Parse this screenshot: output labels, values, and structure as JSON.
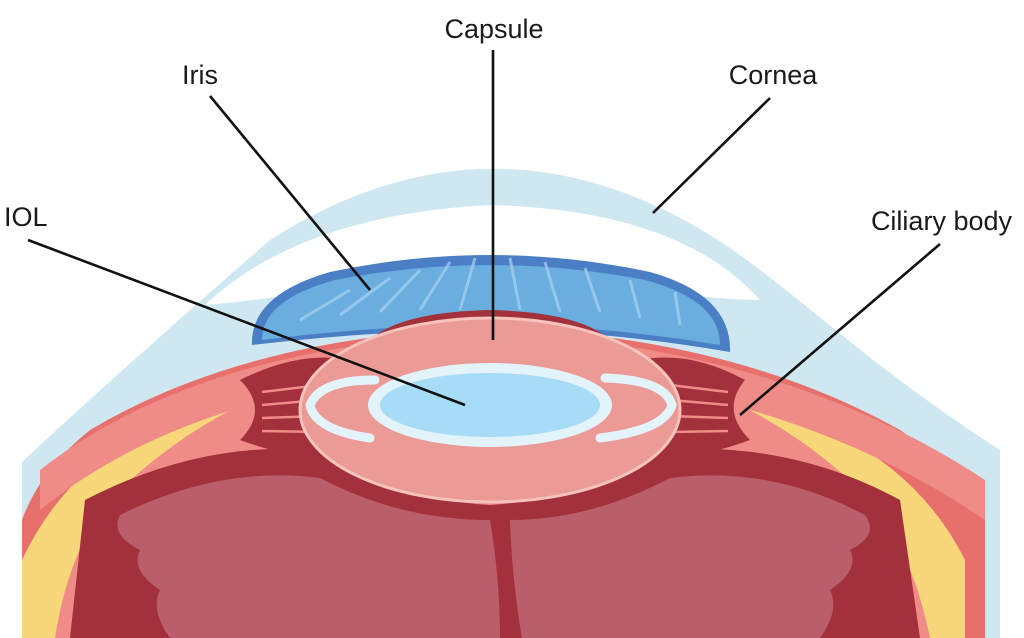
{
  "title": "Eye anatomy with intraocular lens",
  "labels": {
    "capsule": "Capsule",
    "iris": "Iris",
    "cornea": "Cornea",
    "iol": "IOL",
    "ciliary_body": "Ciliary body"
  },
  "colors": {
    "cornea": "#cfe7f1",
    "iris_outer": "#4a7fc6",
    "iris_inner": "#6aaee0",
    "sclera": "#ef8c88",
    "capsule": "#ec9a95",
    "dark_red": "#a3313b",
    "vitreous": "#b95e6a",
    "iol": "#a6dcf5",
    "yellow": "#f8d77a"
  }
}
